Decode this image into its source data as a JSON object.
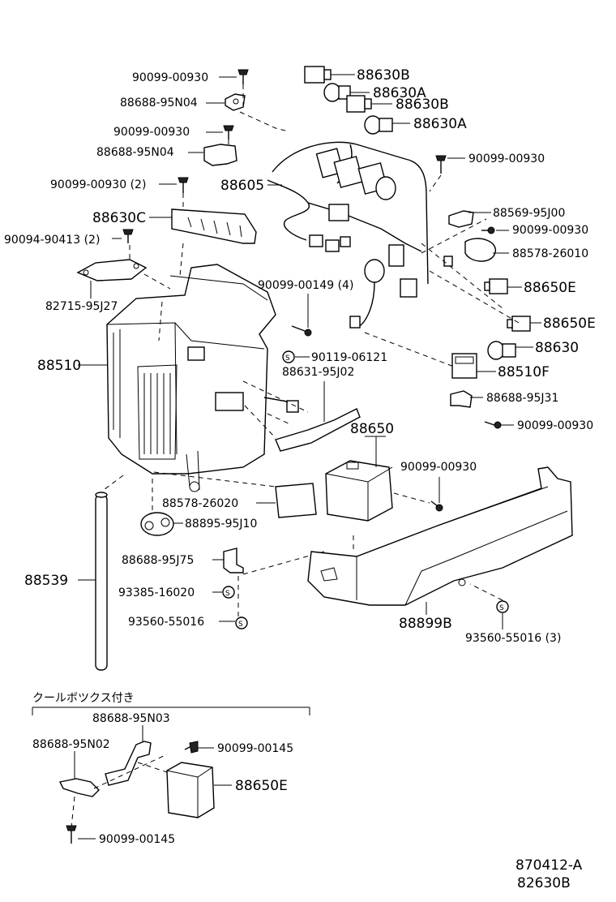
{
  "labels": {
    "p90099_00930_a": "90099-00930",
    "p88688_95N04_a": "88688-95N04",
    "p90099_00930_b": "90099-00930",
    "p88688_95N04_b": "88688-95N04",
    "p90099_00930_2": "90099-00930 (2)",
    "p88605": "88605",
    "p88630C": "88630C",
    "p90094_90413": "90094-90413 (2)",
    "p82715_95J27": "82715-95J27",
    "p88510": "88510",
    "p88630B_1": "88630B",
    "p88630A_1": "88630A",
    "p88630B_2": "88630B",
    "p88630A_2": "88630A",
    "p90099_00930_c": "90099-00930",
    "p88569_95J00": "88569-95J00",
    "p90099_00930_d": "90099-00930",
    "p88578_26010": "88578-26010",
    "p90099_00149": "90099-00149 (4)",
    "p88650E_1": "88650E",
    "p88650E_2": "88650E",
    "p88630": "88630",
    "p90119_06121": "90119-06121",
    "p88631_95J02": "88631-95J02",
    "p88510F": "88510F",
    "p88688_95J31": "88688-95J31",
    "p90099_00930_e": "90099-00930",
    "p88650": "88650",
    "p90099_00930_f": "90099-00930",
    "p88578_26020": "88578-26020",
    "p88895_95J10": "88895-95J10",
    "p88688_95J75": "88688-95J75",
    "p93385_16020": "93385-16020",
    "p93560_55016": "93560-55016",
    "p88539": "88539",
    "p88899B": "88899B",
    "p93560_55016_3": "93560-55016 (3)",
    "section_title": "クールボツクス付き",
    "p88688_95N03": "88688-95N03",
    "p88688_95N02": "88688-95N02",
    "p90099_00145_a": "90099-00145",
    "p88650E_3": "88650E",
    "p90099_00145_b": "90099-00145",
    "footer_1": "870412-A",
    "footer_2": "82630B"
  }
}
